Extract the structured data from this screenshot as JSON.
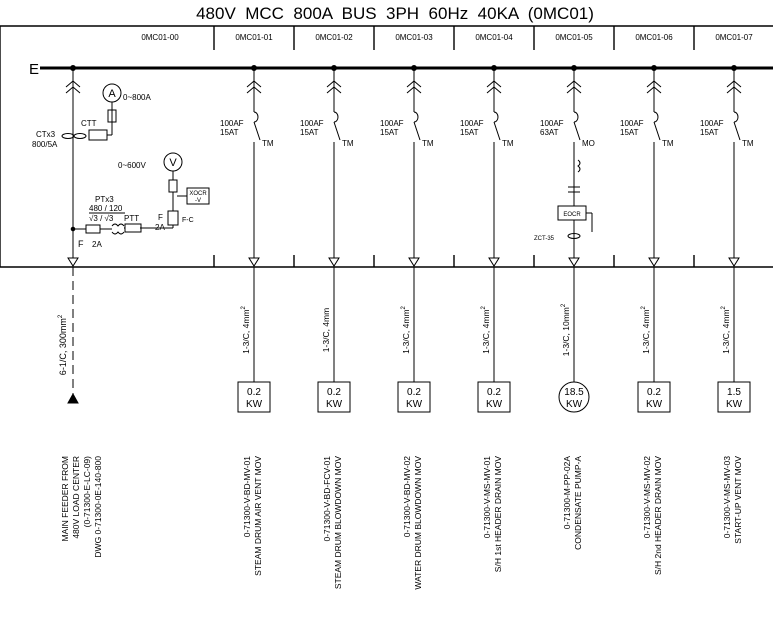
{
  "title": "480V  MCC  800A  BUS  3PH  60Hz  40KA  (0MC01)",
  "bus_label": "E",
  "incomer": {
    "id": "0MC01-00",
    "ammeter_symbol": "A",
    "ammeter_range": "0~800A",
    "ctt_label": "CTT",
    "ct_label_1": "CTx3",
    "ct_label_2": "800/5A",
    "voltmeter_symbol": "V",
    "voltmeter_range": "0~600V",
    "pt_label_1": "PTx3",
    "pt_label_2": "480 / 120",
    "pt_label_3": "√3 / √3",
    "ptt_label": "PTT",
    "fuse_label": "F",
    "fuse_rating": "2A",
    "fuse2_label": "F",
    "fuse2_rating": "2A",
    "relay_label_1": "XOCR",
    "relay_label_2": "-V",
    "relay_fc": "F-C",
    "cable": "6-1/C, 300mm",
    "cable_sup": "2",
    "description": [
      "MAIN FEEDER FROM",
      "480V LOAD CENTER",
      "(0-71300-E-LC-09)",
      "DWG 0-71300-0E-140-800"
    ]
  },
  "feeders": [
    {
      "id": "0MC01-01",
      "breaker_af": "100AF",
      "breaker_at": "15AT",
      "trip": "TM",
      "cable": "1-3/C, 4mm",
      "cable_sup": "2",
      "load_value": "0.2",
      "load_unit": "KW",
      "load_shape": "box",
      "desc1": "0-71300-V-BD-MV-01",
      "desc2": "STEAM DRUM AIR VENT MOV"
    },
    {
      "id": "0MC01-02",
      "breaker_af": "100AF",
      "breaker_at": "15AT",
      "trip": "TM",
      "cable": "1-3/C, 4mm",
      "cable_sup": "",
      "load_value": "0.2",
      "load_unit": "KW",
      "load_shape": "box",
      "desc1": "0-71300-V-BD-FCV-01",
      "desc2": "STEAM DRUM BLOWDOWN MOV"
    },
    {
      "id": "0MC01-03",
      "breaker_af": "100AF",
      "breaker_at": "15AT",
      "trip": "TM",
      "cable": "1-3/C, 4mm",
      "cable_sup": "2",
      "load_value": "0.2",
      "load_unit": "KW",
      "load_shape": "box",
      "desc1": "0-71300-V-BD-MV-02",
      "desc2": "WATER DRUM BLOWDOWN MOV"
    },
    {
      "id": "0MC01-04",
      "breaker_af": "100AF",
      "breaker_at": "15AT",
      "trip": "TM",
      "cable": "1-3/C, 4mm",
      "cable_sup": "2",
      "load_value": "0.2",
      "load_unit": "KW",
      "load_shape": "box",
      "desc1": "0-71300-V-MS-MV-01",
      "desc2": "S/H 1st HEADER DRAIN MOV"
    },
    {
      "id": "0MC01-05",
      "breaker_af": "100AF",
      "breaker_at": "63AT",
      "trip": "MO",
      "cable": "1-3/C, 10mm",
      "cable_sup": "2",
      "load_value": "18.5",
      "load_unit": "KW",
      "load_shape": "circle",
      "desc1": "0-71300-M-PP-02A",
      "desc2": "CONDENSATE PUMP-A",
      "eocr": "EOCR",
      "zct": "ZCT-35"
    },
    {
      "id": "0MC01-06",
      "breaker_af": "100AF",
      "breaker_at": "15AT",
      "trip": "TM",
      "cable": "1-3/C, 4mm",
      "cable_sup": "2",
      "load_value": "0.2",
      "load_unit": "KW",
      "load_shape": "box",
      "desc1": "0-71300-V-MS-MV-02",
      "desc2": "S/H 2nd HEADER DRAIN MOV"
    },
    {
      "id": "0MC01-07",
      "breaker_af": "100AF",
      "breaker_at": "15AT",
      "trip": "TM",
      "cable": "1-3/C, 4mm",
      "cable_sup": "2",
      "load_value": "1.5",
      "load_unit": "KW",
      "load_shape": "box",
      "desc1": "0-71300-V-MS-MV-03",
      "desc2": "START-UP VENT MOV"
    }
  ]
}
